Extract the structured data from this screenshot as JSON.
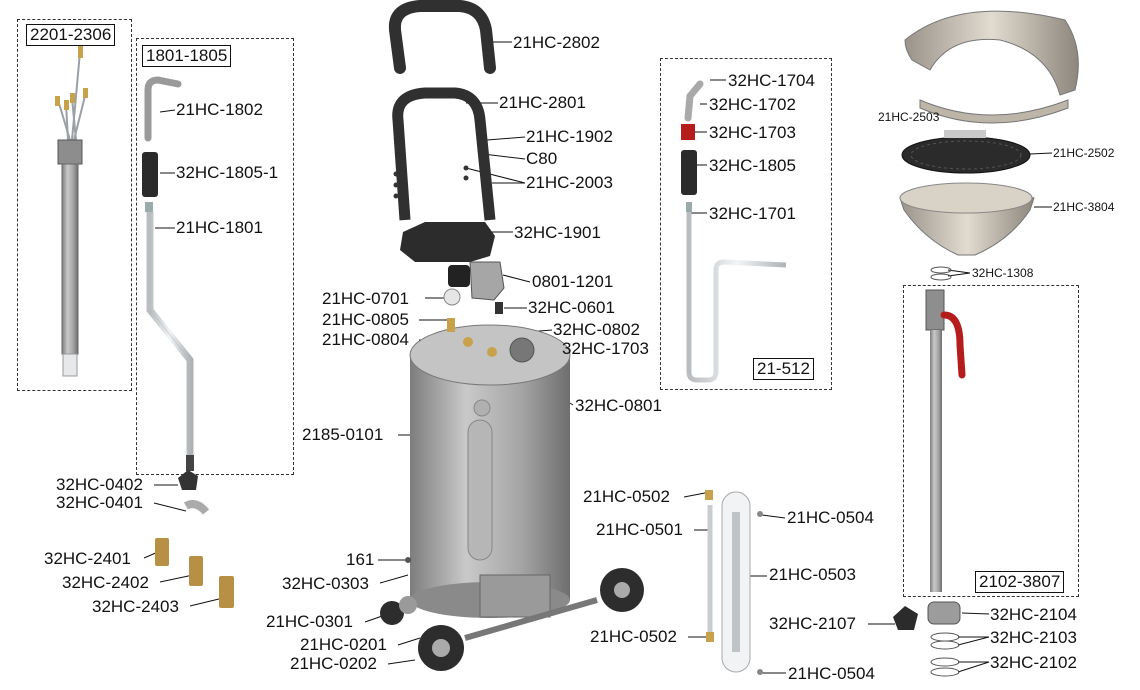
{
  "groups": {
    "g2201": "2201-2306",
    "g1801": "1801-1805",
    "g21512": "21-512",
    "g2102": "2102-3807"
  },
  "parts": {
    "p1802": "21HC-1802",
    "p1805_1": "32HC-1805-1",
    "p1801": "21HC-1801",
    "p0402": "32HC-0402",
    "p0401": "32HC-0401",
    "p2401": "32HC-2401",
    "p2402": "32HC-2402",
    "p2403": "32HC-2403",
    "p2802": "21HC-2802",
    "p2801": "21HC-2801",
    "p1902": "21HC-1902",
    "pC80": "C80",
    "p2003": "21HC-2003",
    "p1901": "32HC-1901",
    "p1201": "0801-1201",
    "p0701": "21HC-0701",
    "p0601": "32HC-0601",
    "p0805": "21HC-0805",
    "p0802": "32HC-0802",
    "p0804": "21HC-0804",
    "p1703b": "32HC-1703",
    "p0801": "32HC-0801",
    "p2185": "2185-0101",
    "p161": "161",
    "p0303": "32HC-0303",
    "p0301": "21HC-0301",
    "p0201": "21HC-0201",
    "p0202": "21HC-0202",
    "p1704": "32HC-1704",
    "p1702": "32HC-1702",
    "p1703": "32HC-1703",
    "p1805": "32HC-1805",
    "p1701": "32HC-1701",
    "p0502a": "21HC-0502",
    "p0501": "21HC-0501",
    "p0504a": "21HC-0504",
    "p0503": "21HC-0503",
    "p0502b": "21HC-0502",
    "p0504b": "21HC-0504",
    "p2503": "21HC-2503",
    "p2502": "21HC-2502",
    "p3804": "21HC-3804",
    "p1308": "32HC-1308",
    "p2107": "32HC-2107",
    "p2104": "32HC-2104",
    "p2103": "32HC-2103",
    "p2102": "32HC-2102"
  },
  "colors": {
    "metal": "#a9a9a9",
    "dark": "#2b2b2b",
    "brass": "#c8a24a",
    "handle_red": "#b51d1d",
    "tube": "#d9dde0",
    "tan": "#cfc6b4"
  }
}
